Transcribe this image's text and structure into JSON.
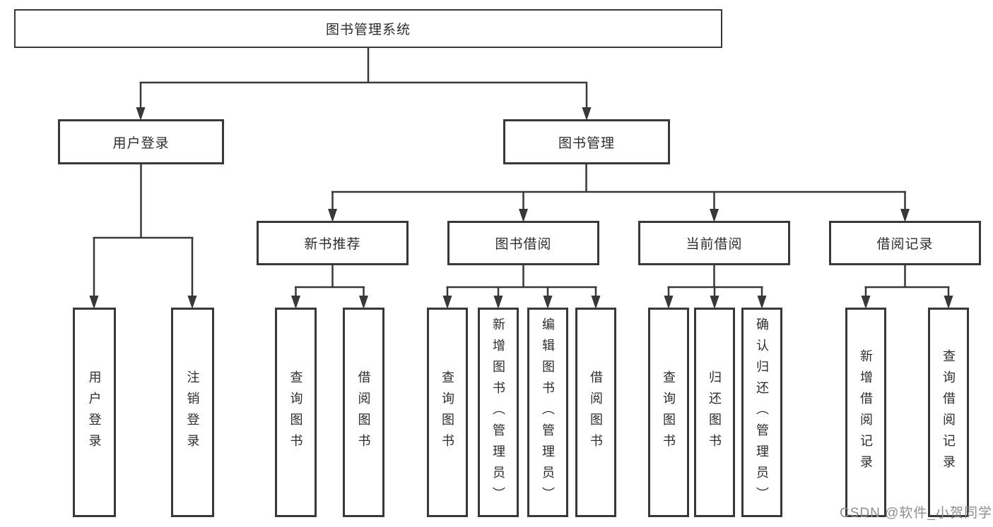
{
  "nodes": {
    "root": "图书管理系统",
    "user_login": "用户登录",
    "book_management": "图书管理",
    "new_book_recommend": "新书推荐",
    "book_borrow": "图书借阅",
    "current_borrow": "当前借阅",
    "borrow_records": "借阅记录",
    "leaves": {
      "user_login_login": "用户登录",
      "user_login_logout": "注销登录",
      "nb_query_book": "查询图书",
      "nb_borrow_book": "借阅图书",
      "bb_query_book": "查询图书",
      "bb_add_book": "新增图书（管理员）",
      "bb_edit_book": "编辑图书（管理员）",
      "bb_borrow_book": "借阅图书",
      "cb_query_book": "查询图书",
      "cb_return_book": "归还图书",
      "cb_confirm_return": "确认归还（管理员）",
      "br_add_record": "新增借阅记录",
      "br_query_record": "查询借阅记录"
    }
  },
  "watermark": "CSDN @软件_小贺同学",
  "colors": {
    "line": "#383838",
    "text": "#2d2d2d",
    "watermark": "#8e8e8e",
    "background": "#ffffff"
  }
}
